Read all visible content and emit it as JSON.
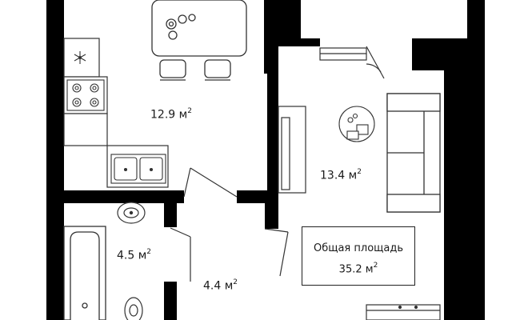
{
  "rooms": [
    {
      "id": "kitchen",
      "area": "12.9",
      "unit": "м"
    },
    {
      "id": "living-room",
      "area": "13.4",
      "unit": "м"
    },
    {
      "id": "bathroom",
      "area": "4.5",
      "unit": "м"
    },
    {
      "id": "hallway",
      "area": "4.4",
      "unit": "м"
    }
  ],
  "unit_power": "2",
  "summary": {
    "label": "Общая площадь",
    "total_area": "35.2",
    "unit": "м"
  },
  "icons": [
    "snowflake-icon",
    "stove-icon",
    "sink-icon",
    "bathtub-icon",
    "washbasin-icon",
    "toilet-icon",
    "sofa-icon",
    "dining-table-icon",
    "chair-icon",
    "wardrobe-icon",
    "plant-icon"
  ],
  "colors": {
    "wall": "#000000",
    "furniture_stroke": "#333333",
    "background": "#ffffff"
  }
}
